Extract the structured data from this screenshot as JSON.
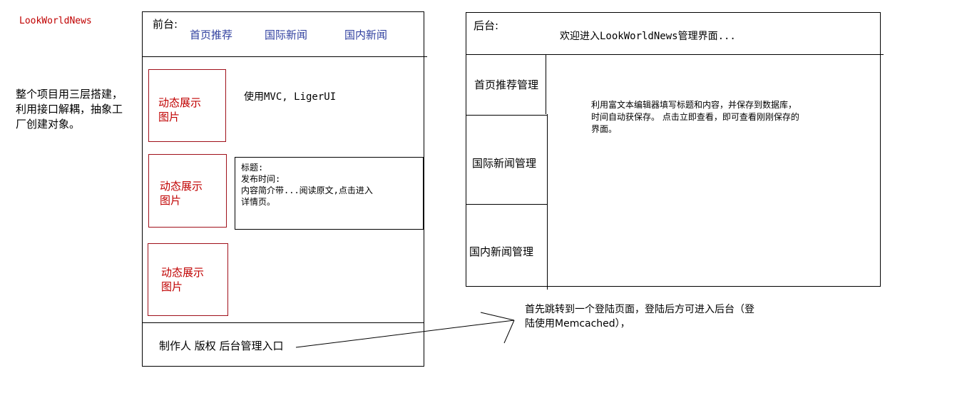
{
  "brand": "LookWorldNews",
  "architecture_note": [
    "整个项目用三层搭建，",
    "利用接口解耦，抽象工",
    "厂创建对象。"
  ],
  "front": {
    "label": "前台:",
    "nav": [
      "首页推荐",
      "国际新闻",
      "国内新闻"
    ],
    "image_placeholders": [
      [
        "动态展示",
        "图片"
      ],
      [
        "动态展示",
        "图片"
      ],
      [
        "动态展示",
        "图片"
      ]
    ],
    "tech_note": "使用MVC, LigerUI",
    "article": [
      "标题:",
      "发布时间:",
      "内容简介带...阅读原文,点击进入",
      "详情页。"
    ],
    "footer": "制作人 版权 后台管理入口"
  },
  "back": {
    "label": "后台:",
    "welcome": "欢迎进入LookWorldNews管理界面...",
    "menu": [
      "首页推荐管理",
      "国际新闻管理",
      "国内新闻管理"
    ],
    "editor_note": [
      "利用富文本编辑器填写标题和内容，并保存到数据库，",
      "时间自动获保存。 点击立即查看，即可查看刚刚保存的",
      "界面。"
    ]
  },
  "login_note": [
    "首先跳转到一个登陆页面，登陆后方可进入后台（登",
    "陆使用Memcached），"
  ],
  "colors": {
    "red": "#c00000",
    "blue": "#2f3f9f",
    "line": "#000000"
  }
}
